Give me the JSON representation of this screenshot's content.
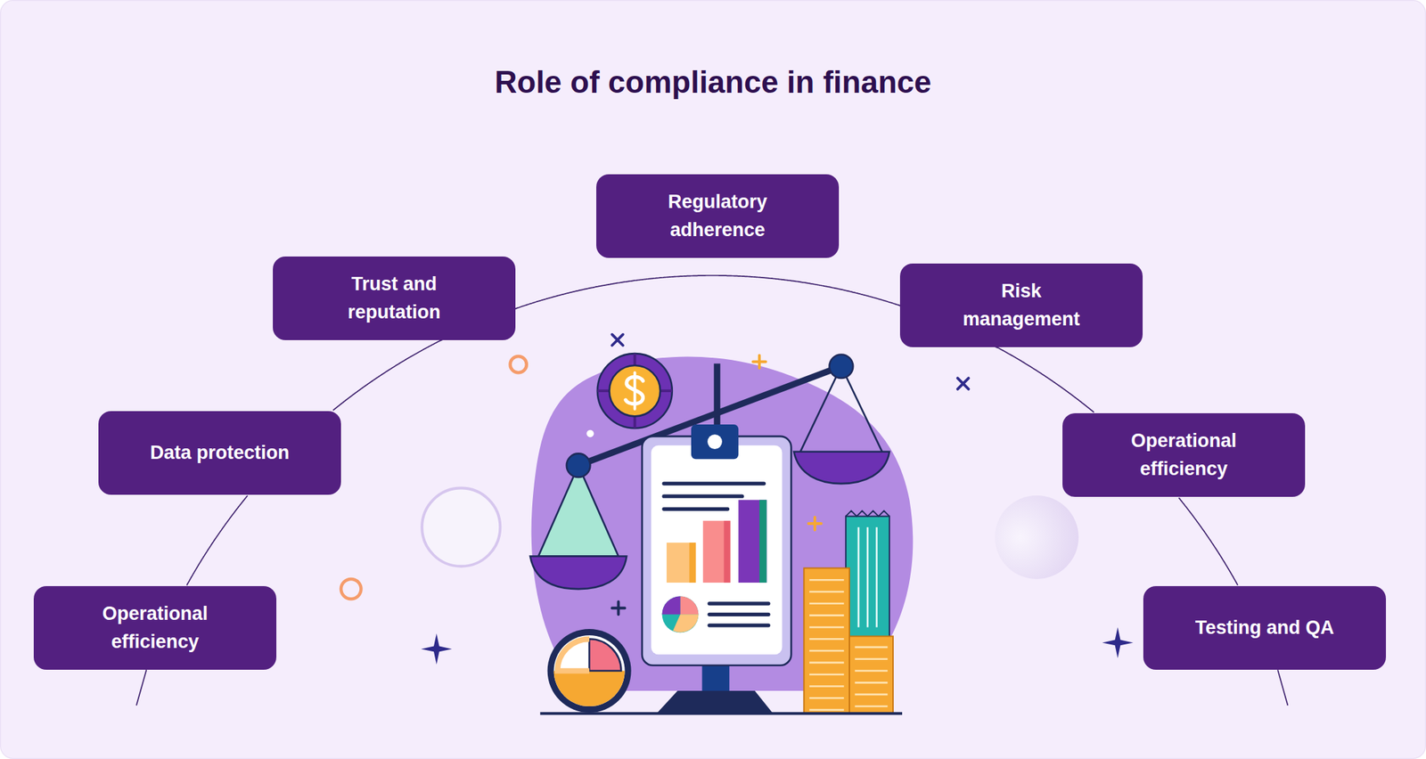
{
  "diagram": {
    "title": "Role of compliance in finance",
    "nodes": [
      {
        "text": [
          "Regulatory adherence"
        ]
      },
      {
        "text": [
          "Trust and reputation"
        ]
      },
      {
        "text": [
          "Risk management"
        ]
      },
      {
        "text": [
          "Data protection"
        ]
      },
      {
        "text": [
          "Operational efficiency"
        ]
      },
      {
        "text": [
          "Operational efficiency"
        ]
      },
      {
        "text": [
          "Testing and QA"
        ]
      }
    ],
    "edges": [
      {
        "from": 5,
        "to": 3,
        "arrow": "none"
      },
      {
        "from": 3,
        "to": 1,
        "arrow": "none"
      },
      {
        "from": 1,
        "to": 2,
        "arrow": "none"
      },
      {
        "from": 2,
        "to": 4,
        "arrow": "none"
      },
      {
        "from": 4,
        "to": 6,
        "arrow": "none"
      }
    ]
  }
}
